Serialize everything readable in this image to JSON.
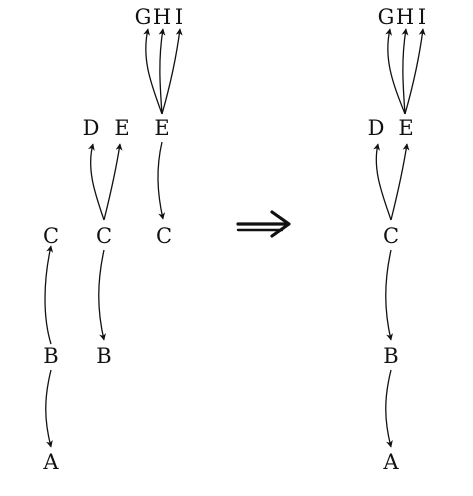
{
  "diagram": {
    "left_tree": {
      "chain_1": {
        "top": "C",
        "middle": "B",
        "bottom": "A"
      },
      "chain_2": {
        "top_left": "D",
        "top_right": "E",
        "middle": "C",
        "bottom": "B"
      },
      "chain_3": {
        "top_left": "G",
        "top_middle": "H",
        "top_right": "I",
        "middle": "E",
        "bottom": "C"
      }
    },
    "right_tree": {
      "top_1": "G",
      "top_2": "H",
      "top_3": "I",
      "upper_left": "D",
      "upper_right": "E",
      "middle": "C",
      "lower": "B",
      "bottom": "A"
    },
    "transform_arrow": "arrow-right-icon"
  }
}
